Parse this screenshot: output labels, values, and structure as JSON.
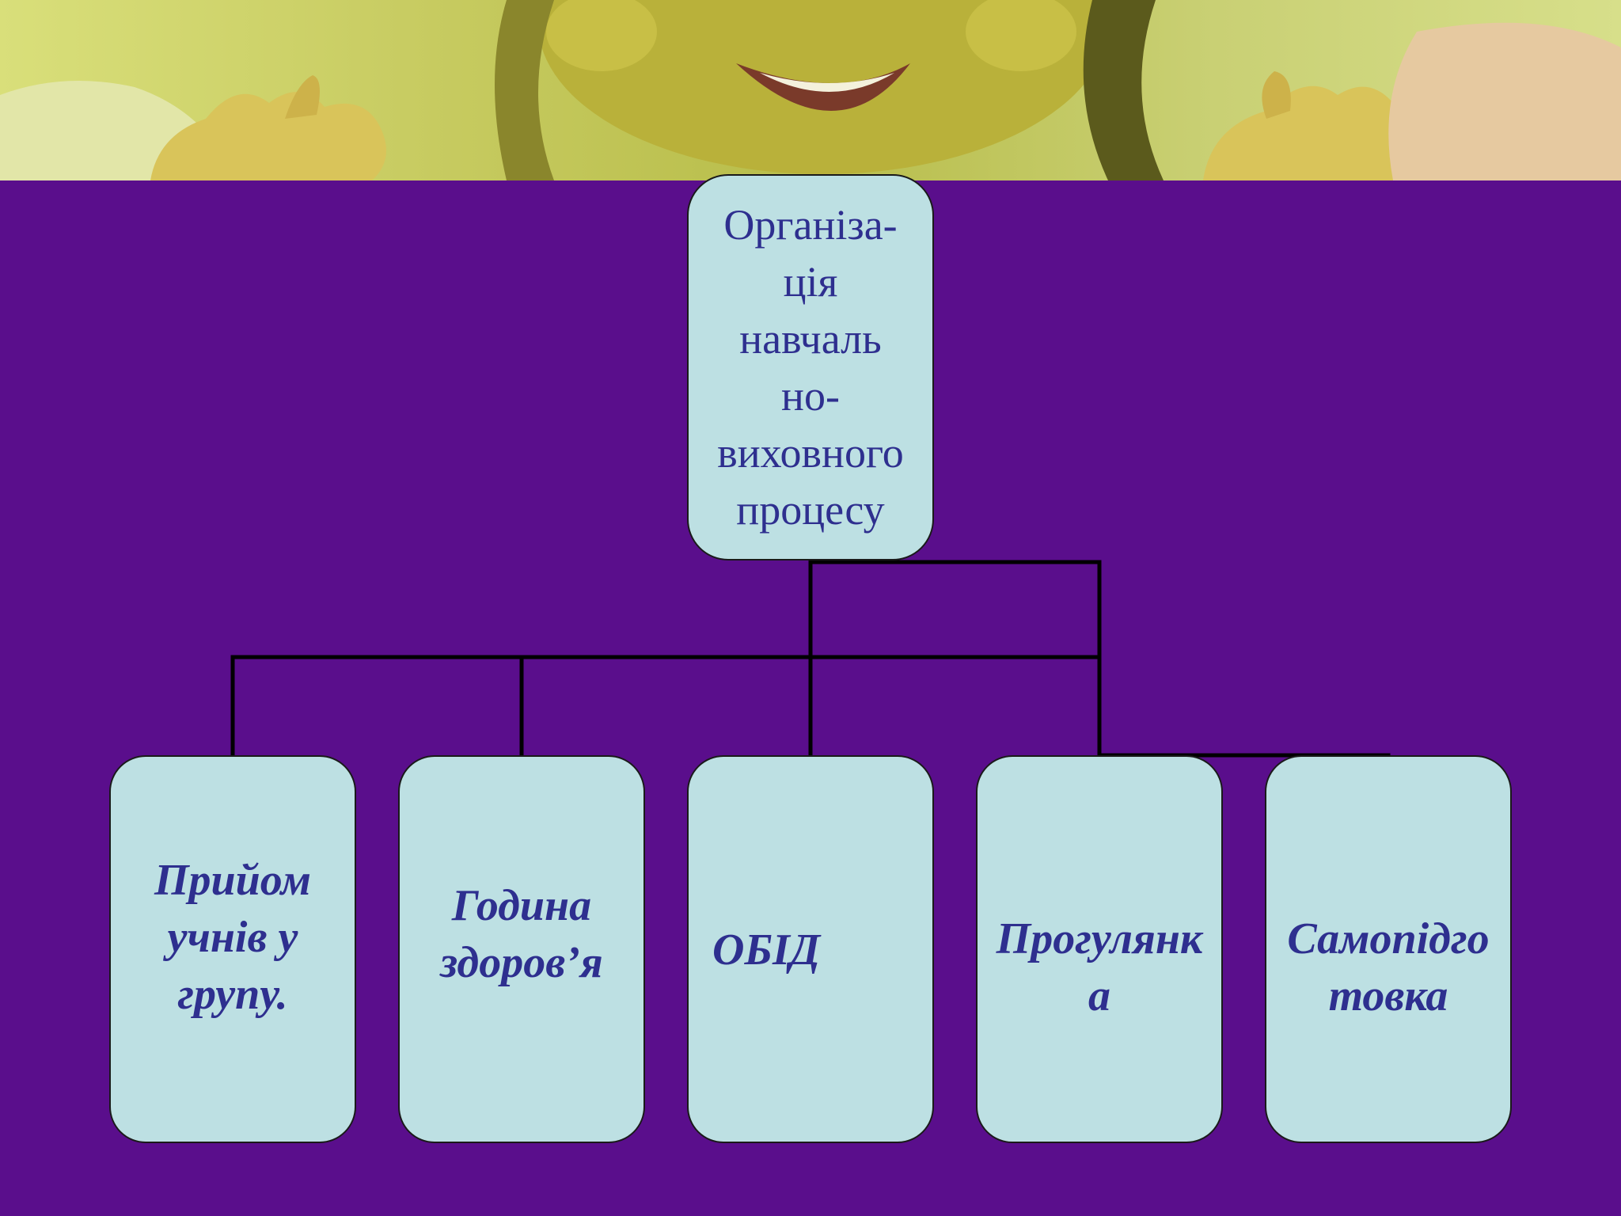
{
  "diagram": {
    "root": {
      "label": "Організа-\nція\nнавчаль\nно-\nвиховного\nпроцесу"
    },
    "children": [
      {
        "label": "Прийом\nучнів у\nгрупу."
      },
      {
        "label": "Година\nздоров’я"
      },
      {
        "label": "ОБІД"
      },
      {
        "label": "Прогулянк\nа"
      },
      {
        "label": "Самопідго\nтовка"
      }
    ]
  },
  "colors": {
    "background": "#5a0e8c",
    "box_fill": "#bde0e3",
    "box_text": "#2e2f8f",
    "connector": "#000000"
  }
}
